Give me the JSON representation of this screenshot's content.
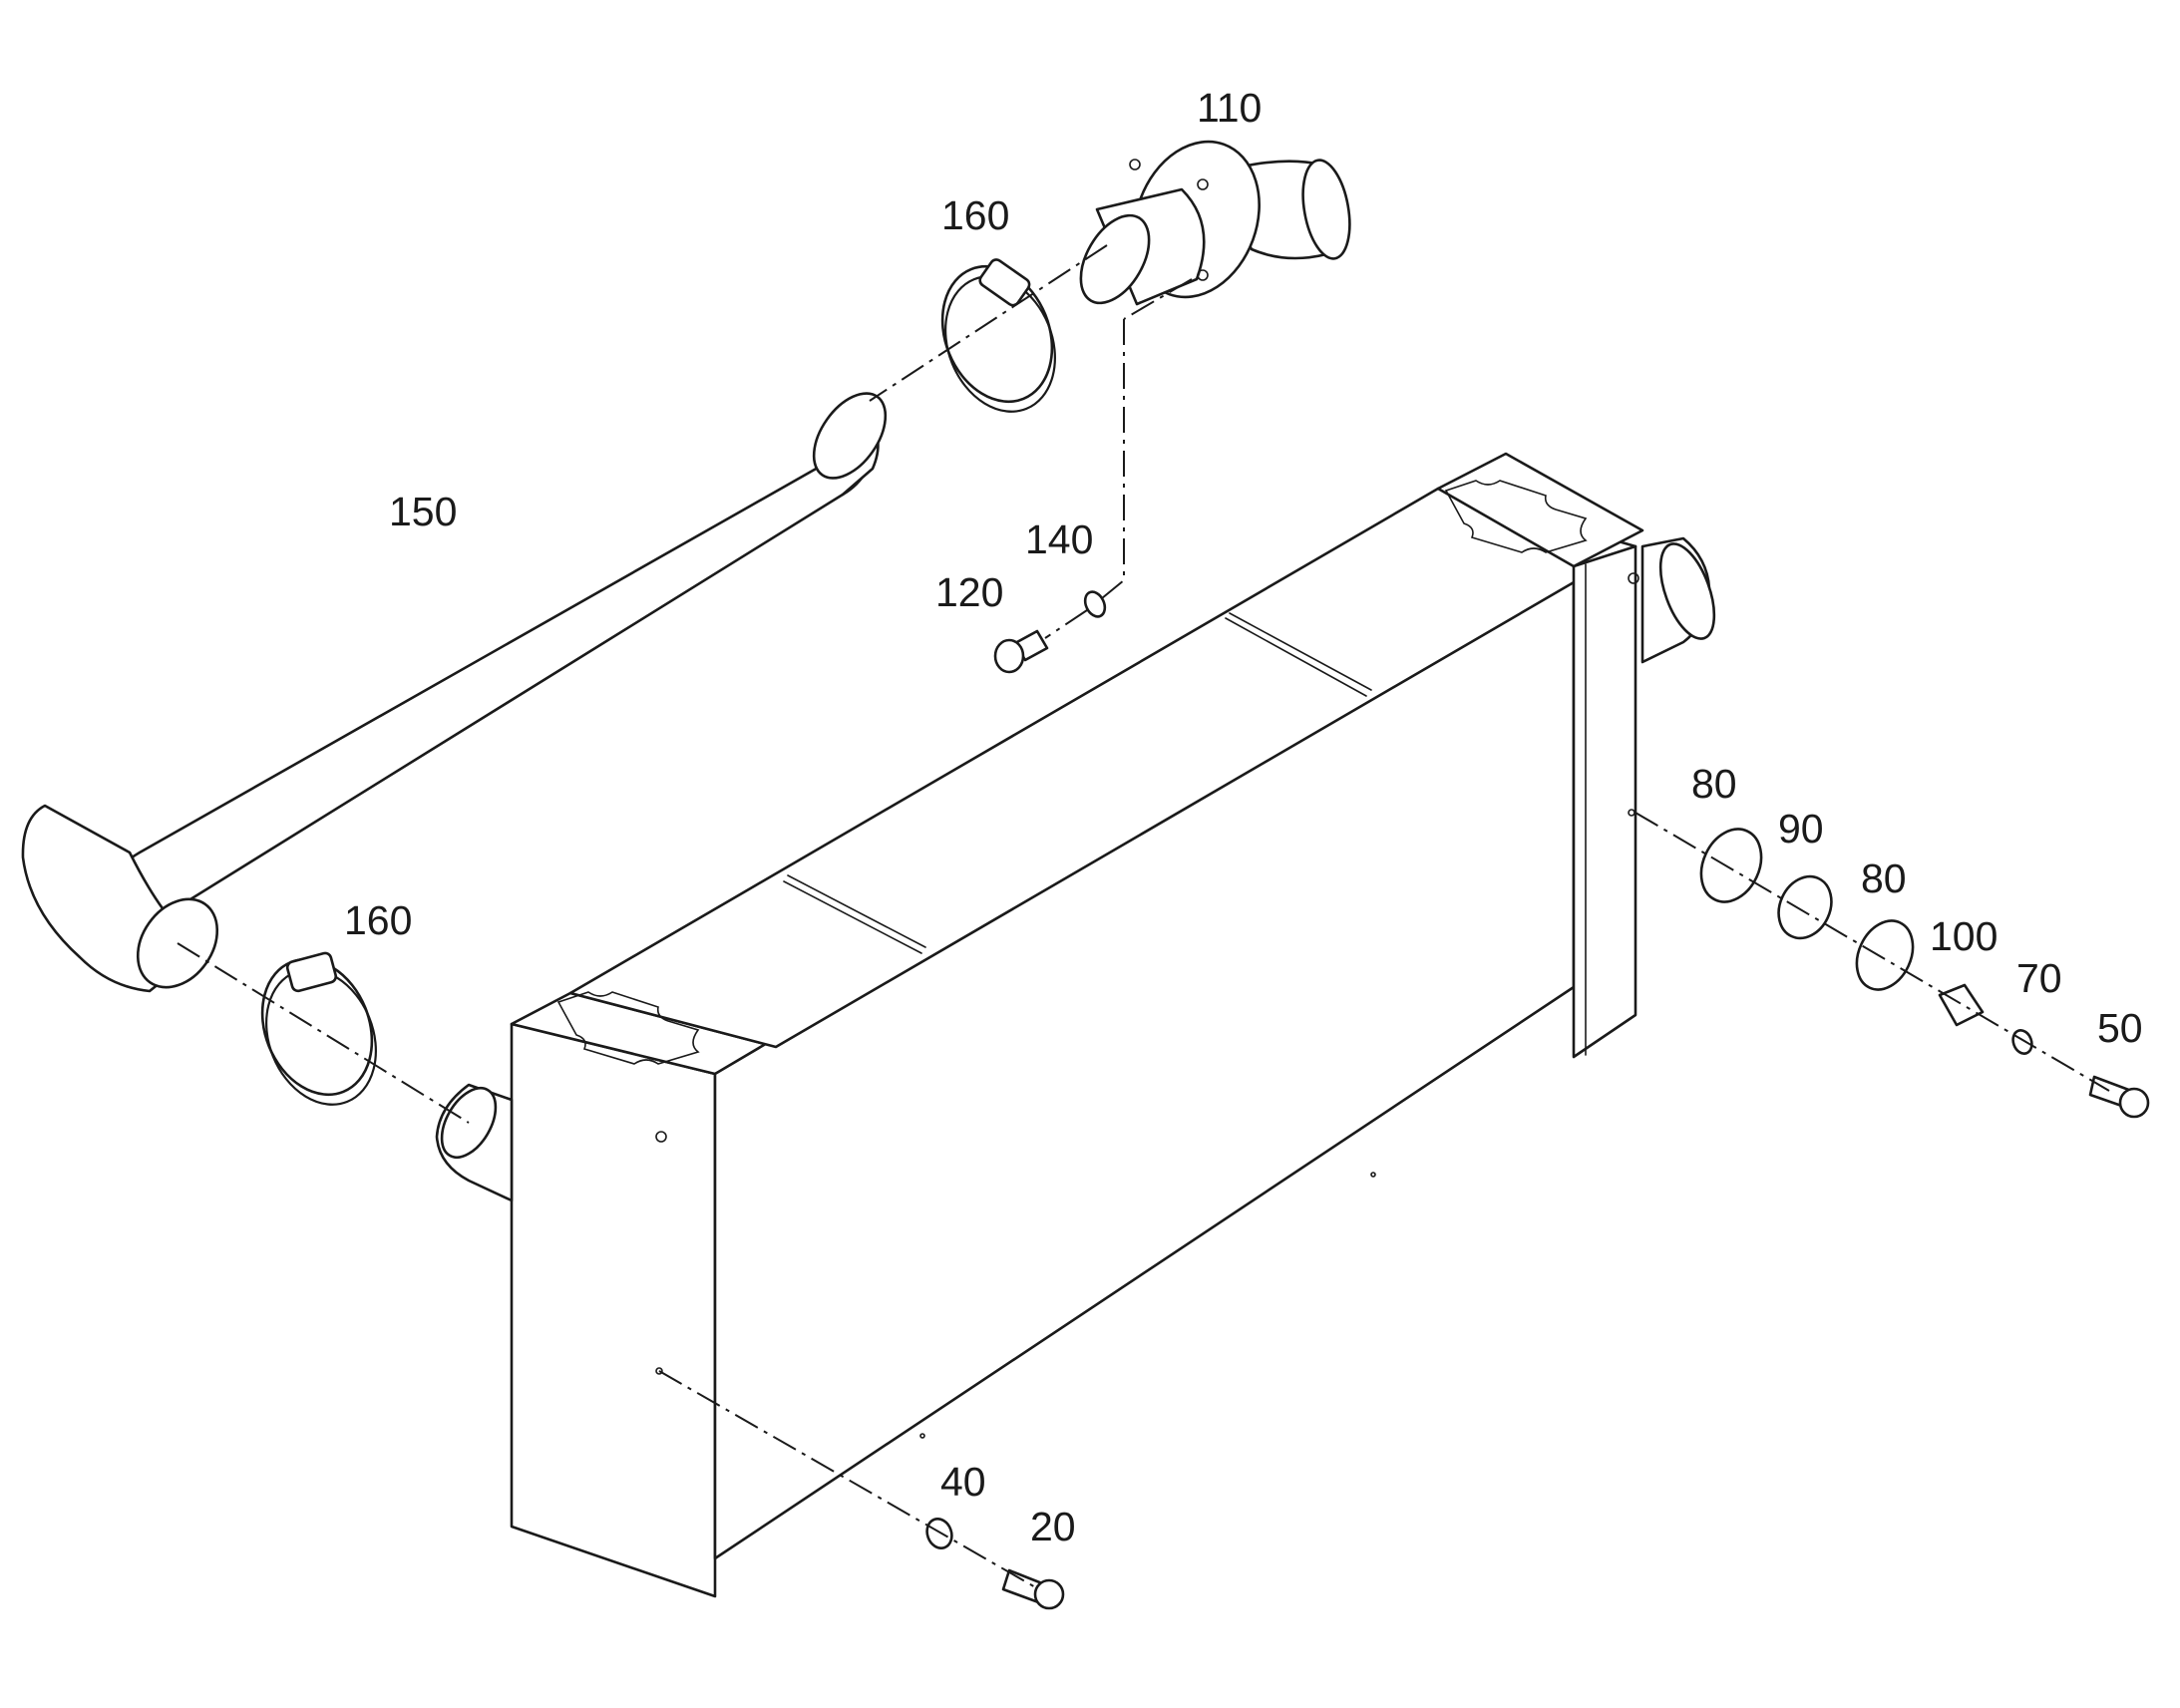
{
  "callouts": {
    "c110": "110",
    "c160_top": "160",
    "c150": "150",
    "c140": "140",
    "c120": "120",
    "c160_bottom": "160",
    "c80_a": "80",
    "c90": "90",
    "c80_b": "80",
    "c100": "100",
    "c70": "70",
    "c50": "50",
    "c40": "40",
    "c20": "20"
  }
}
